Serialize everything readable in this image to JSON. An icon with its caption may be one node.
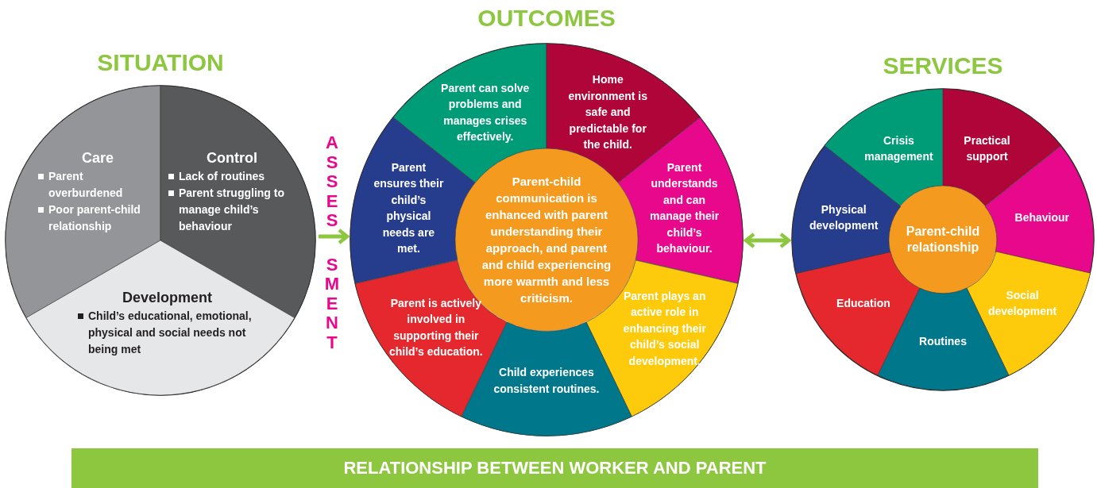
{
  "diagram": {
    "nodes": [
      {
        "text": [
          "SITUATION"
        ]
      },
      {
        "text": [
          "Care",
          "Parent overburdened",
          "Poor parent-child relationship"
        ],
        "in": 0
      },
      {
        "text": [
          "Control",
          "Lack of routines",
          "Parent struggling to manage child’s behaviour"
        ],
        "in": 0
      },
      {
        "text": [
          "Development",
          "Child’s educational, emotional, physical and social needs not being met"
        ],
        "in": 0
      },
      {
        "text": [
          "OUTCOMES"
        ]
      },
      {
        "text": [
          "Parent-child communication is enhanced with parent understanding their approach, and parent and child experiencing more warmth and less criticism."
        ],
        "in": 4
      },
      {
        "text": [
          "Parent can solve problems and manages crises effectively."
        ],
        "in": 4
      },
      {
        "text": [
          "Home environment is safe and predictable for the child."
        ],
        "in": 4
      },
      {
        "text": [
          "Parent understands and can manage their child’s behaviour."
        ],
        "in": 4
      },
      {
        "text": [
          "Parent plays an active role in enhancing their child’s social development."
        ],
        "in": 4
      },
      {
        "text": [
          "Child experiences consistent routines."
        ],
        "in": 4
      },
      {
        "text": [
          "Parent is actively involved in supporting their child’s education."
        ],
        "in": 4
      },
      {
        "text": [
          "Parent ensures their child’s physical needs are met."
        ],
        "in": 4
      },
      {
        "text": [
          "SERVICES"
        ]
      },
      {
        "text": [
          "Parent-child relationship"
        ],
        "in": 13
      },
      {
        "text": [
          "Crisis management"
        ],
        "in": 13
      },
      {
        "text": [
          "Practical support"
        ],
        "in": 13
      },
      {
        "text": [
          "Behaviour"
        ],
        "in": 13
      },
      {
        "text": [
          "Social development"
        ],
        "in": 13
      },
      {
        "text": [
          "Routines"
        ],
        "in": 13
      },
      {
        "text": [
          "Education"
        ],
        "in": 13
      },
      {
        "text": [
          "Physical development"
        ],
        "in": 13
      },
      {
        "text": [
          "RELATIONSHIP BETWEEN WORKER AND PARENT"
        ]
      }
    ],
    "edges": [
      {
        "from": 0,
        "to": 4,
        "arrow": "to",
        "label": "ASSESSMENT"
      },
      {
        "from": 4,
        "to": 13,
        "arrow": "both"
      }
    ]
  }
}
